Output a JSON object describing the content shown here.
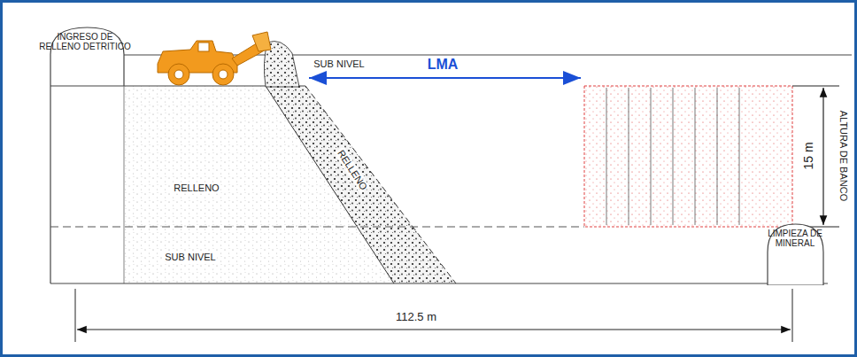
{
  "diagram": {
    "nodes": [
      {
        "text": [
          "INGRESO DE RELLENO DETRITICO"
        ]
      },
      {
        "text": [
          "LIMPIEZA DE MINERAL"
        ]
      }
    ],
    "labels": [
      "SUB NIVEL",
      "LMA",
      "RELLENO",
      "RELLENO",
      "SUB NIVEL",
      "ALTURA DE BANCO",
      "15 m",
      "112.5 m"
    ]
  }
}
